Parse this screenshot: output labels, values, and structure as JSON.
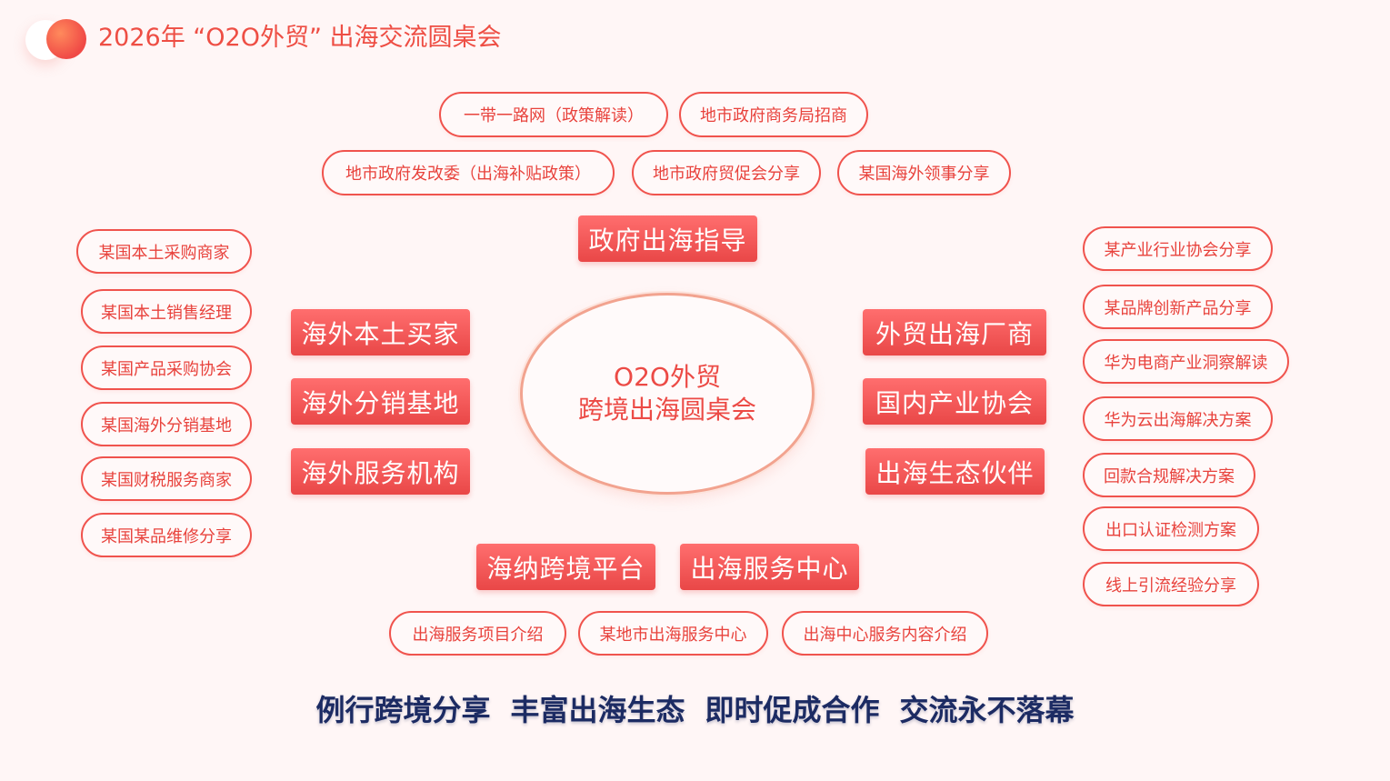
{
  "header": {
    "title": "2026年 “O2O外贸” 出海交流圆桌会"
  },
  "center": {
    "line1": "O2O外贸",
    "line2": "跨境出海圆桌会"
  },
  "top_pills": [
    "一带一路网（政策解读）",
    "地市政府商务局招商",
    "地市政府发改委（出海补贴政策）",
    "地市政府贸促会分享",
    "某国海外领事分享"
  ],
  "left_pills": [
    "某国本土采购商家",
    "某国本土销售经理",
    "某国产品采购协会",
    "某国海外分销基地",
    "某国财税服务商家",
    "某国某品维修分享"
  ],
  "right_pills": [
    "某产业行业协会分享",
    "某品牌创新产品分享",
    "华为电商产业洞察解读",
    "华为云出海解决方案",
    "回款合规解决方案",
    "出口认证检测方案",
    "线上引流经验分享"
  ],
  "bottom_pills": [
    "出海服务项目介绍",
    "某地市出海服务中心",
    "出海中心服务内容介绍"
  ],
  "categories": {
    "top": "政府出海指导",
    "left": [
      "海外本土买家",
      "海外分销基地",
      "海外服务机构"
    ],
    "right": [
      "外贸出海厂商",
      "国内产业协会",
      "出海生态伙伴"
    ],
    "bottom": [
      "海纳跨境平台",
      "出海服务中心"
    ]
  },
  "slogans": [
    "例行跨境分享",
    "丰富出海生态",
    "即时促成合作",
    "交流永不落幕"
  ]
}
